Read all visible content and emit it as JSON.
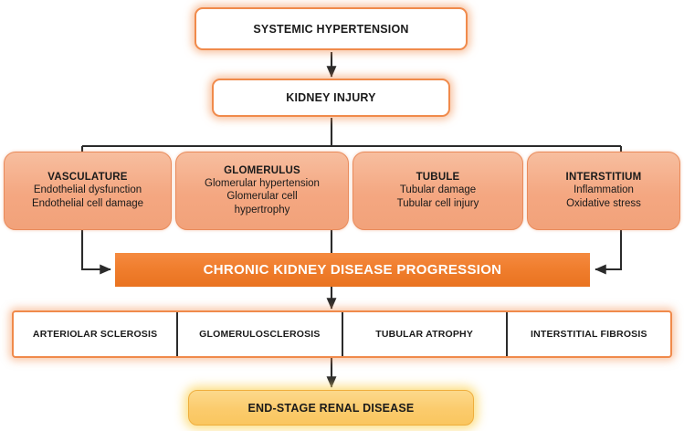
{
  "diagram": {
    "title_flow": "Systemic hypertension to end-stage renal disease pathway",
    "colors": {
      "white_box_border": "#F08A4B",
      "organ_box_fill": "#F4A781",
      "organ_box_border": "#E98B5B",
      "banner_fill": "#F07E2E",
      "banner_text": "#FFFFFF",
      "endstage_fill": "#FBCB6C",
      "endstage_border": "#EFAE3C",
      "connector": "#2B2B2B",
      "text": "#1A1A1A"
    }
  },
  "top_nodes": [
    {
      "label": "SYSTEMIC HYPERTENSION"
    },
    {
      "label": "KIDNEY INJURY"
    }
  ],
  "mechanism_nodes": [
    {
      "title": "VASCULATURE",
      "lines": [
        "Endothelial dysfunction",
        "Endothelial cell damage"
      ]
    },
    {
      "title": "GLOMERULUS",
      "lines": [
        "Glomerular hypertension",
        "Glomerular cell",
        "hypertrophy"
      ]
    },
    {
      "title": "TUBULE",
      "lines": [
        "Tubular damage",
        "Tubular cell injury"
      ]
    },
    {
      "title": "INTERSTITIUM",
      "lines": [
        "Inflammation",
        "Oxidative stress"
      ]
    }
  ],
  "progression_banner": {
    "label": "CHRONIC KIDNEY DISEASE PROGRESSION"
  },
  "outcome_nodes": [
    {
      "label": "ARTERIOLAR SCLEROSIS"
    },
    {
      "label": "GLOMERULOSCLEROSIS"
    },
    {
      "label": "TUBULAR ATROPHY"
    },
    {
      "label": "INTERSTITIAL FIBROSIS"
    }
  ],
  "final_node": {
    "label": "END-STAGE RENAL DISEASE"
  }
}
